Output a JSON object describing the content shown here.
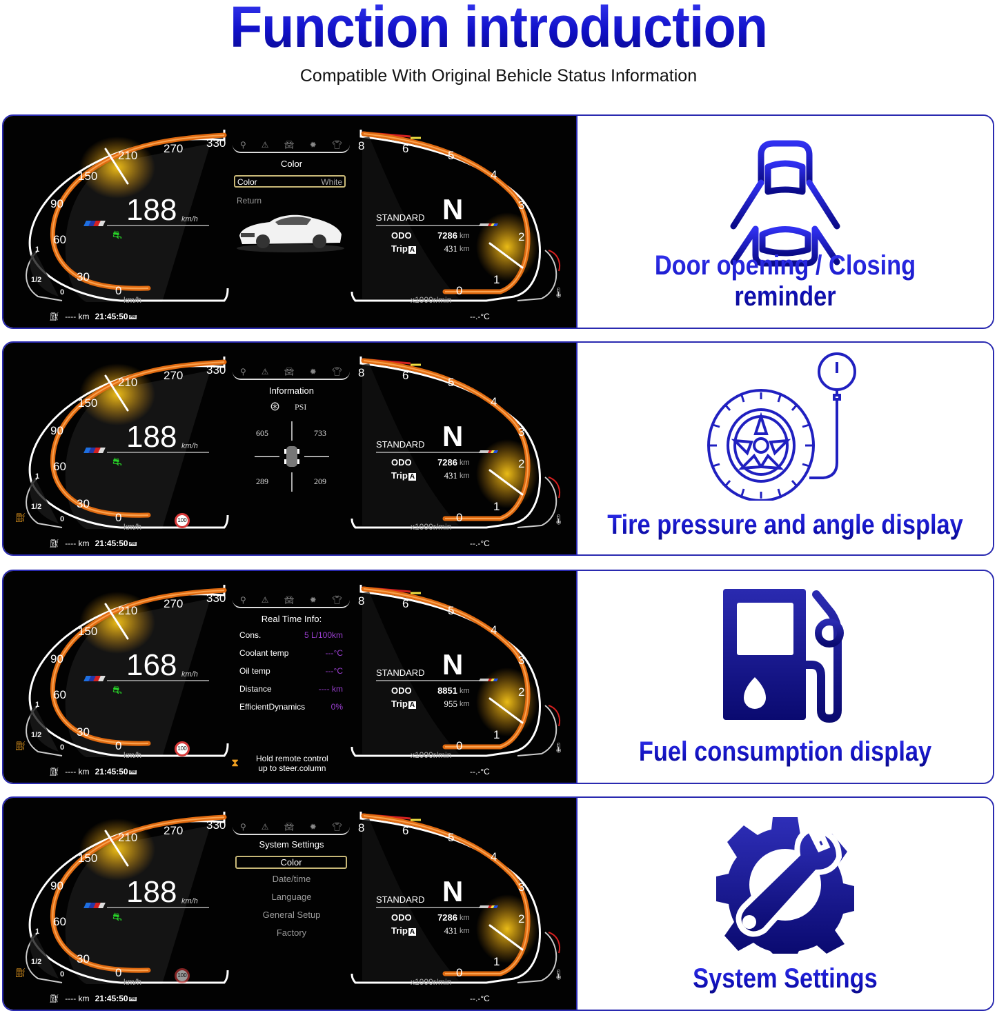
{
  "header": {
    "title": "Function introduction",
    "subtitle": "Compatible With Original Behicle Status Information"
  },
  "colors": {
    "accent_blue": "#1818c8",
    "gauge_orange": "#e06a10",
    "needle_glow": "#f5c518",
    "selection_border": "#c8b878",
    "info_value_purple": "#9a3fd0",
    "traction_green": "#28d028"
  },
  "dashboard_common": {
    "speed_ticks": [
      "0",
      "30",
      "60",
      "90",
      "150",
      "210",
      "270",
      "330"
    ],
    "speed_unit": "km/h",
    "speed_unit_short": "km/h",
    "rpm_ticks": [
      "0",
      "1",
      "2",
      "3",
      "4",
      "5",
      "6",
      "8"
    ],
    "rpm_unit": "x1000r/min",
    "fuel_ticks": [
      "0",
      "1/2",
      "1"
    ],
    "range": "---- km",
    "clock": "21:45:50",
    "clock_suffix": "PM",
    "temp": "--.-°C",
    "drive_mode": "STANDARD",
    "gear": "N",
    "odo_label": "ODO",
    "trip_label": "Trip",
    "trip_badge": "A",
    "km": "km",
    "top_icons": [
      "location-icon",
      "warning-icon",
      "car-icon",
      "gear-icon",
      "shirt-icon"
    ]
  },
  "rows": [
    {
      "speed": "188",
      "odo": "7286",
      "trip": "431",
      "panel": {
        "title": "Color",
        "selected_label": "Color",
        "selected_value": "White",
        "return_label": "Return"
      },
      "feature": {
        "label": "Door opening / Closing reminder",
        "icon": "car-door-icon"
      }
    },
    {
      "speed": "188",
      "odo": "7286",
      "trip": "431",
      "speed_limit": "100",
      "panel": {
        "title": "Information",
        "unit": "PSI",
        "tires": {
          "front_left": "605",
          "front_right": "733",
          "rear_left": "289",
          "rear_right": "209"
        }
      },
      "feature": {
        "label": "Tire pressure and angle display",
        "icon": "tire-pressure-icon"
      }
    },
    {
      "speed": "168",
      "odo": "8851",
      "trip": "955",
      "speed_limit": "100",
      "panel": {
        "title": "Real Time Info:",
        "items": [
          {
            "label": "Cons.",
            "value": "5 L/100km"
          },
          {
            "label": "Coolant temp",
            "value": "---°C"
          },
          {
            "label": "Oil temp",
            "value": "---°C"
          },
          {
            "label": "Distance",
            "value": "---- km"
          },
          {
            "label": "EfficientDynamics",
            "value": "0%"
          }
        ],
        "hint_line1": "Hold remote control",
        "hint_line2": "up to steer.column"
      },
      "feature": {
        "label": "Fuel consumption display",
        "icon": "fuel-pump-icon"
      }
    },
    {
      "speed": "188",
      "odo": "7286",
      "trip": "431",
      "speed_limit": "100",
      "panel": {
        "title": "System Settings",
        "items": [
          "Color",
          "Date/time",
          "Language",
          "General Setup",
          "Factory"
        ]
      },
      "feature": {
        "label": "System Settings",
        "icon": "settings-wrench-icon"
      }
    }
  ]
}
